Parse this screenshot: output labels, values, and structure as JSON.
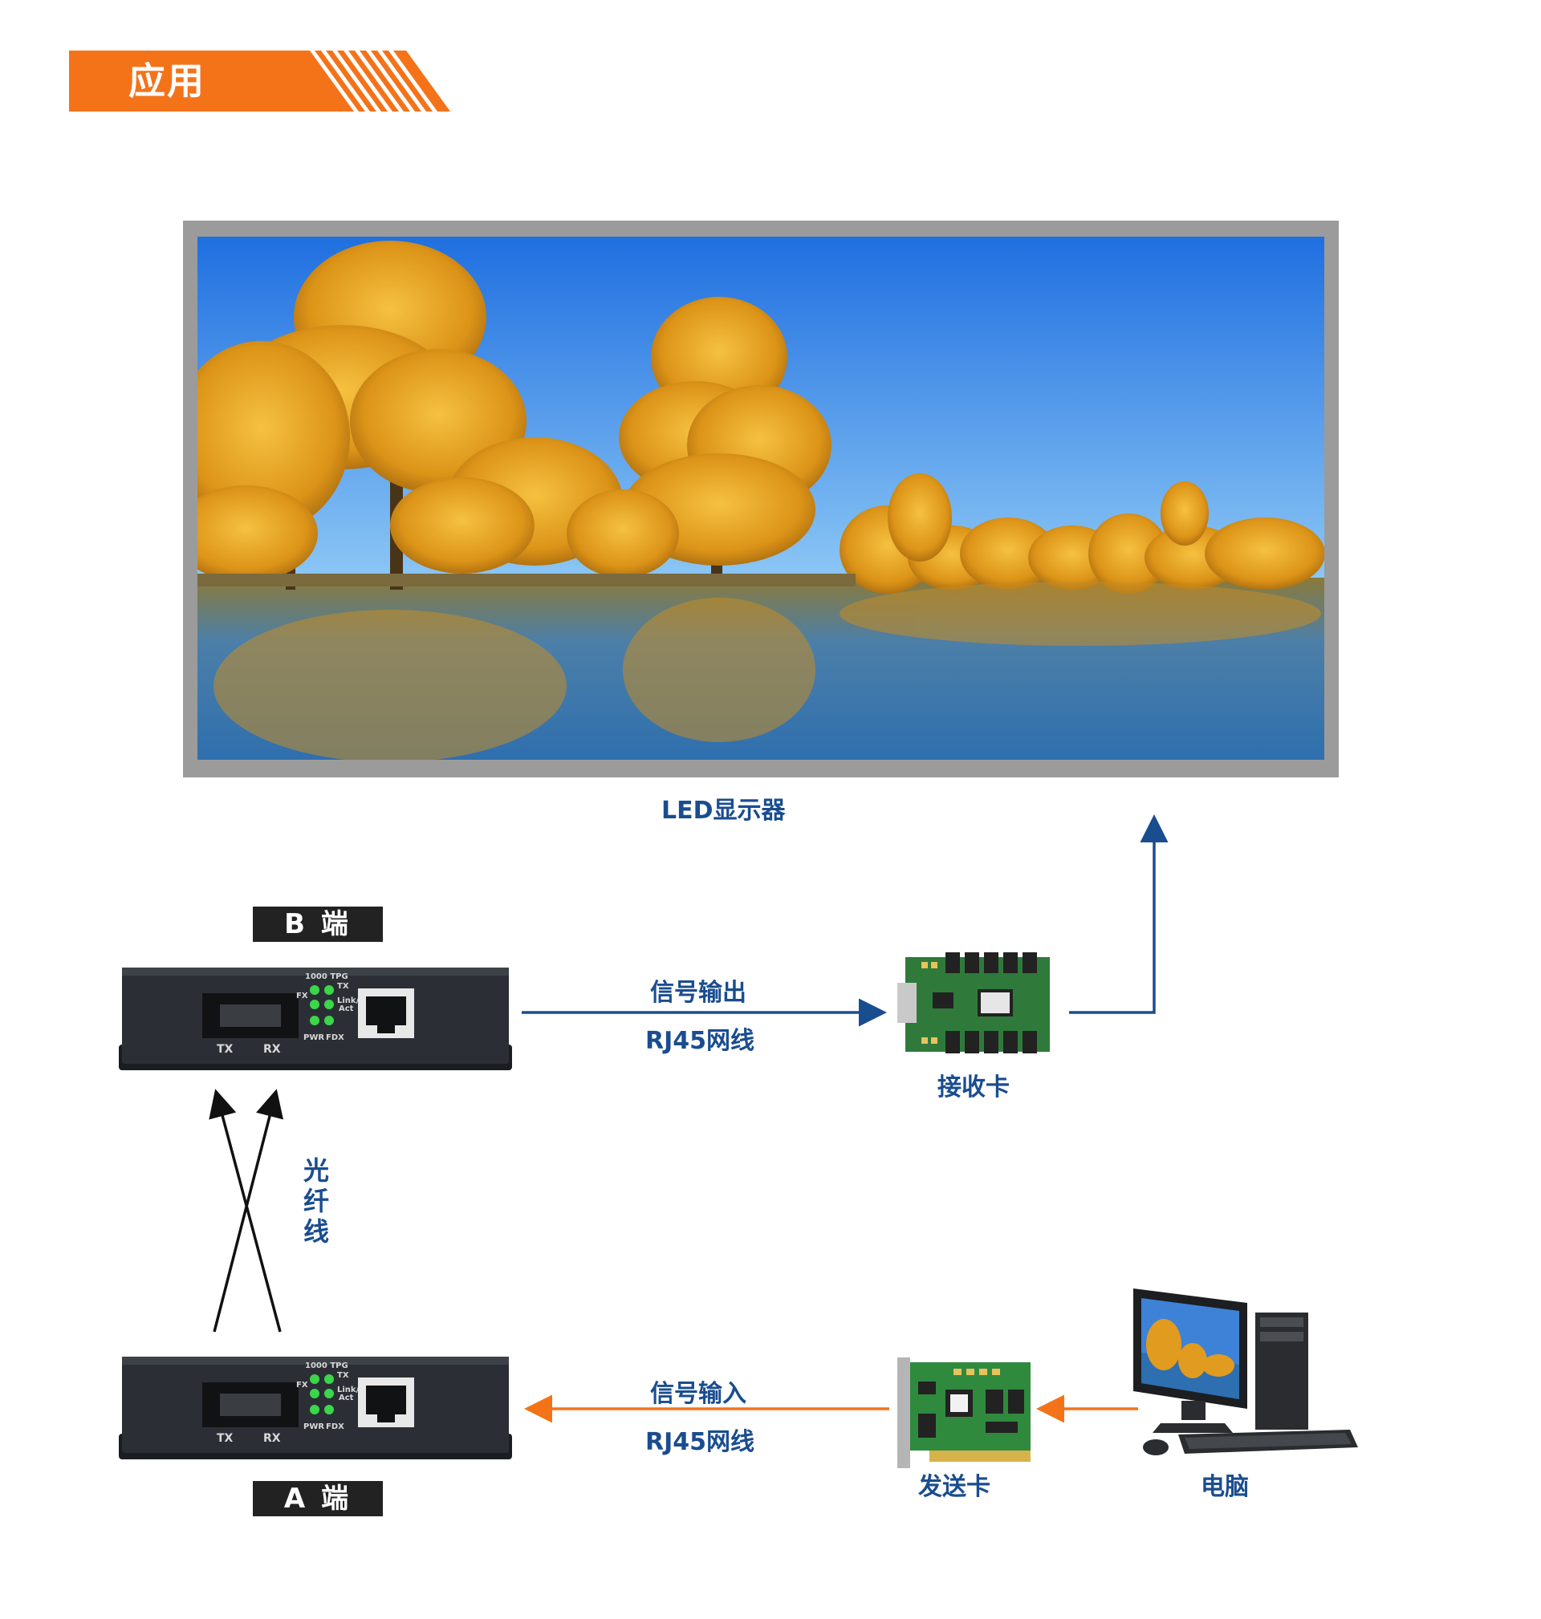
{
  "section": {
    "title": "应用",
    "accent_color": "#f47319"
  },
  "led": {
    "label": "LED显示器"
  },
  "b_end": {
    "label": "B 端"
  },
  "a_end": {
    "label": "A 端"
  },
  "signal_out": {
    "top": "信号输出",
    "bottom": "RJ45网线",
    "color": "#1a4d8f"
  },
  "signal_in": {
    "top": "信号输入",
    "bottom": "RJ45网线",
    "color": "#f47319"
  },
  "receiver_card": {
    "label": "接收卡"
  },
  "sender_card": {
    "label": "发送卡"
  },
  "computer": {
    "label": "电脑"
  },
  "fiber": {
    "chars": [
      "光",
      "纤",
      "线"
    ]
  },
  "device_panel": {
    "tx": "TX",
    "rx": "RX",
    "fx": "FX",
    "model": "1000 TPG",
    "led_tx": "TX",
    "link": "Link/",
    "act": "Act",
    "pwr": "PWR",
    "fdx": "FDX"
  }
}
